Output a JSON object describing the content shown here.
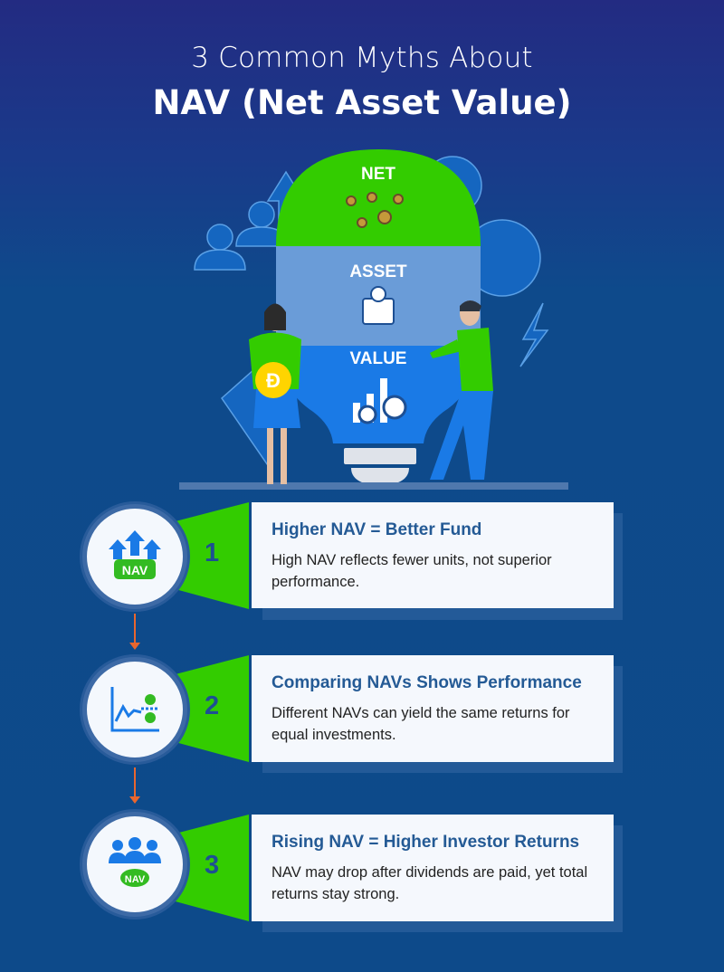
{
  "title": {
    "line1": "3 Common Myths About",
    "line2": "NAV (Net Asset Value)"
  },
  "bulb": {
    "net": "NET",
    "asset": "ASSET",
    "value": "VALUE"
  },
  "colors": {
    "green": "#33cc00",
    "navy": "#0d4a8a",
    "accent": "#245a95",
    "arrow": "#e8662e"
  },
  "myths": [
    {
      "number": "1",
      "icon": "nav-arrows-up-icon",
      "icon_label": "NAV",
      "title": "Higher NAV = Better Fund",
      "text": "High NAV reflects fewer units, not superior performance."
    },
    {
      "number": "2",
      "icon": "chart-up-down-icon",
      "title": "Comparing NAVs Shows Performance",
      "text": "Different NAVs can yield the same returns for equal investments."
    },
    {
      "number": "3",
      "icon": "investors-nav-icon",
      "icon_label": "NAV",
      "title": "Rising NAV = Higher Investor Returns",
      "text": "NAV may drop after dividends are paid, yet total returns stay strong."
    }
  ]
}
